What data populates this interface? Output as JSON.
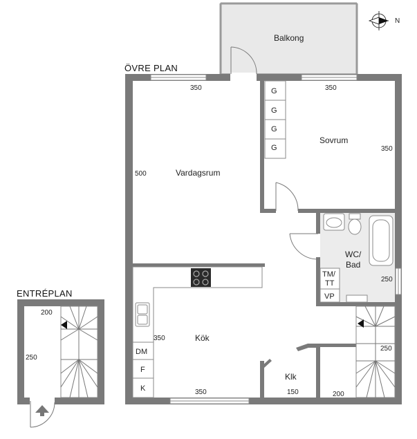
{
  "headings": {
    "upper": "ÖVRE PLAN",
    "entry": "ENTRÉPLAN"
  },
  "compass": {
    "north_label": "N"
  },
  "rooms": {
    "balkong": "Balkong",
    "sovrum": "Sovrum",
    "vardagsrum": "Vardagsrum",
    "wc_bad_1": "WC/",
    "wc_bad_2": "Bad",
    "kok": "Kök",
    "klk": "Klk"
  },
  "fixtures": {
    "g1": "G",
    "g2": "G",
    "g3": "G",
    "g4": "G",
    "tm_tt_1": "TM/",
    "tm_tt_2": "TT",
    "vp": "VP",
    "dm": "DM",
    "f": "F",
    "k": "K"
  },
  "dimensions": {
    "vardag_top": "350",
    "sovrum_top": "350",
    "sovrum_right": "350",
    "vardag_left": "500",
    "bad_right": "250",
    "kok_width": "350",
    "kok_bottom": "350",
    "stair_right": "250",
    "klk_bottom": "150",
    "stair_bottom": "200",
    "entry_top": "200",
    "entry_left": "250"
  }
}
